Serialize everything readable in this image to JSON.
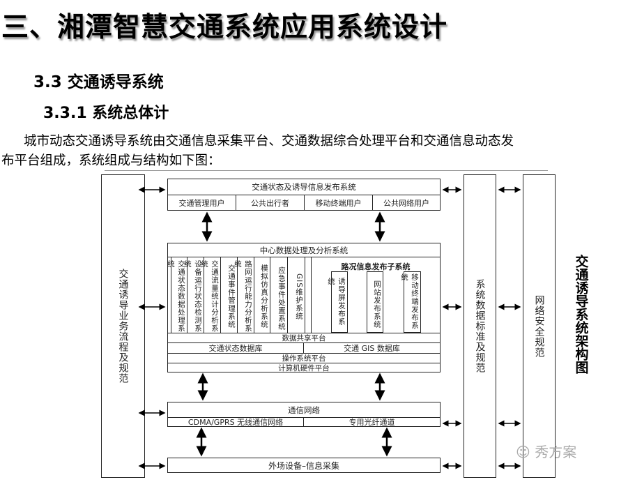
{
  "title": "三、湘潭智慧交通系统应用系统设计",
  "section": "3.3 交通诱导系统",
  "subsection": "3.3.1 系统总体计",
  "paragraph": [
    "城市动态交通诱导系统由交通信息采集平台、交通数据综合处理平台和交通信息动态发",
    "布平台组成，系统组成与结构如下图："
  ],
  "diagram": {
    "left_box": "交通诱导业务流程及规范",
    "right_box1": "系统数据标准及规范",
    "right_box2": "网络安全规范",
    "side_title": "交通诱导系统架构图",
    "publish": {
      "title": "交通状态及诱导信息发布系统",
      "users": [
        "交通管理用户",
        "公共出行者",
        "移动终端用户",
        "公共网络用户"
      ]
    },
    "center": {
      "title": "中心数据处理及分析系统",
      "columns": [
        "交通状态数据处理系统",
        "设备运行状态检测系统",
        "交通流量统计分析系统",
        "交通事件管理系统",
        "路网运行能力分析系统",
        "模拟仿真分析系统",
        "应急事件处置系统",
        "GIS维护系统"
      ],
      "sub": {
        "title": "路况信息发布子系统",
        "items": [
          "诱导屏发布系统",
          "网站发布系统",
          "移动终端发布系统"
        ]
      },
      "share": "数据共享平台",
      "db1": "交通状态数据库",
      "db2": "交通 GIS 数据库",
      "os": "操作系统平台",
      "hw": "计算机硬件平台"
    },
    "network": {
      "title": "通信网络",
      "left": "CDMA/GPRS 无线通信网络",
      "right": "专用光纤通道"
    },
    "field": "外场设备–信息采集"
  },
  "watermark": "秀方案"
}
